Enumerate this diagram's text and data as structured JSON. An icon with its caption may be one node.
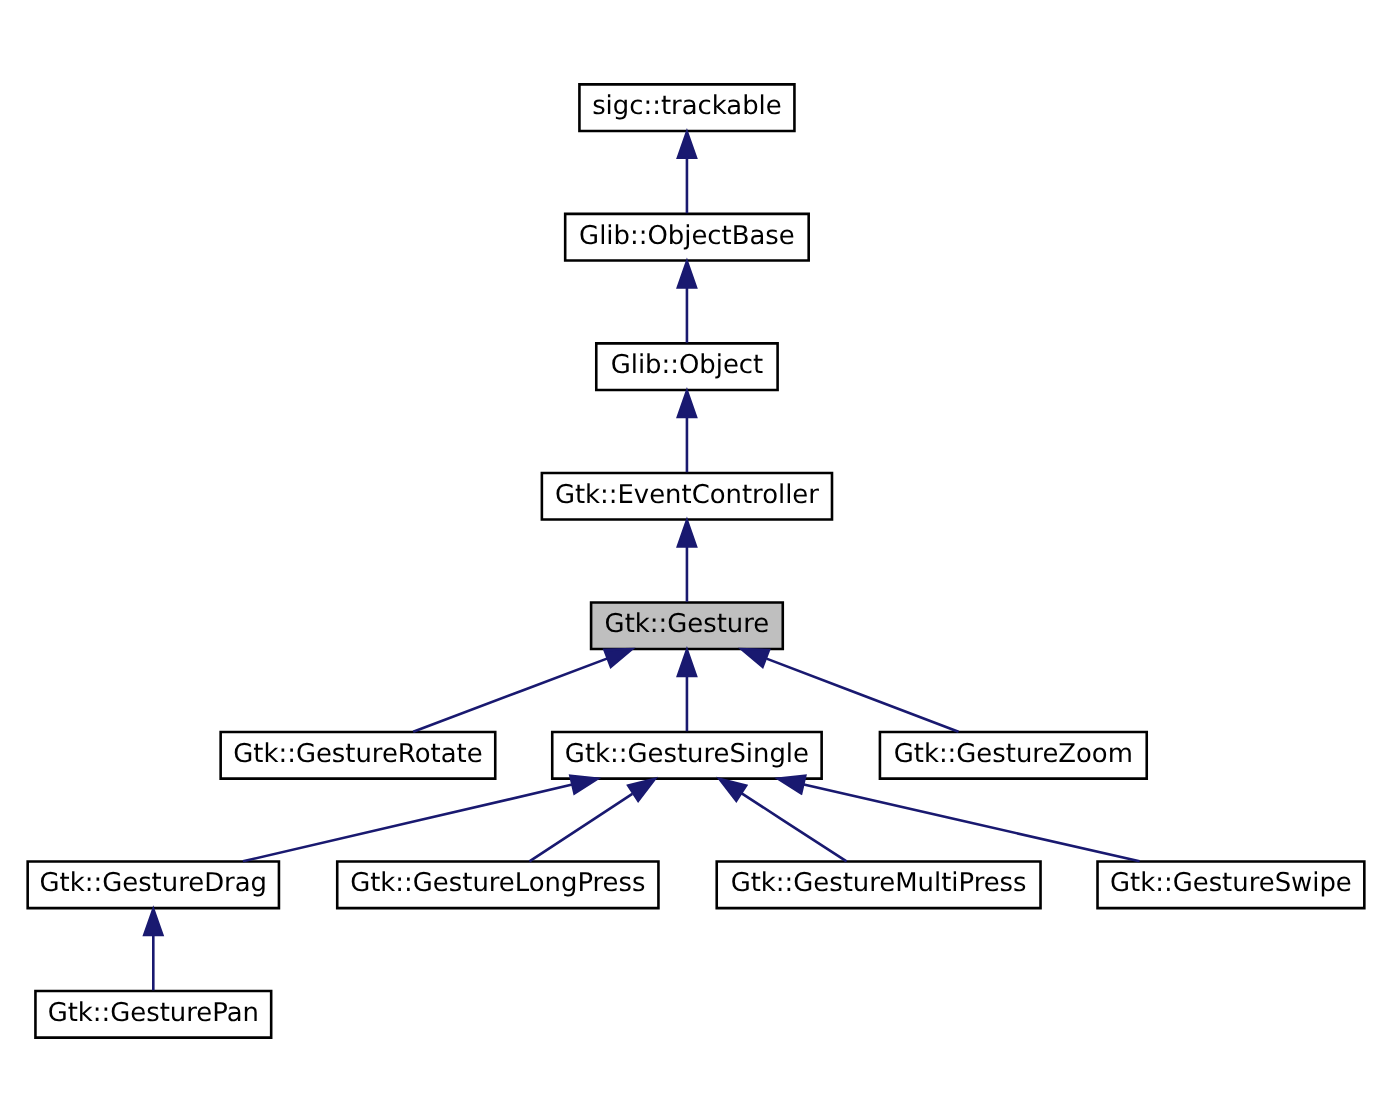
{
  "diagram": {
    "nodes": [
      {
        "text": [
          "sigc::trackable"
        ]
      },
      {
        "text": [
          "Glib::ObjectBase"
        ]
      },
      {
        "text": [
          "Glib::Object"
        ]
      },
      {
        "text": [
          "Gtk::EventController"
        ]
      },
      {
        "text": [
          "Gtk::Gesture"
        ]
      },
      {
        "text": [
          "Gtk::GestureRotate"
        ]
      },
      {
        "text": [
          "Gtk::GestureSingle"
        ]
      },
      {
        "text": [
          "Gtk::GestureZoom"
        ]
      },
      {
        "text": [
          "Gtk::GestureDrag"
        ]
      },
      {
        "text": [
          "Gtk::GestureLongPress"
        ]
      },
      {
        "text": [
          "Gtk::GestureMultiPress"
        ]
      },
      {
        "text": [
          "Gtk::GestureSwipe"
        ]
      },
      {
        "text": [
          "Gtk::GesturePan"
        ]
      }
    ],
    "edges": [
      {
        "from": 1,
        "to": 0,
        "arrow": "to"
      },
      {
        "from": 2,
        "to": 1,
        "arrow": "to"
      },
      {
        "from": 3,
        "to": 2,
        "arrow": "to"
      },
      {
        "from": 4,
        "to": 3,
        "arrow": "to"
      },
      {
        "from": 5,
        "to": 4,
        "arrow": "to"
      },
      {
        "from": 6,
        "to": 4,
        "arrow": "to"
      },
      {
        "from": 7,
        "to": 4,
        "arrow": "to"
      },
      {
        "from": 8,
        "to": 6,
        "arrow": "to"
      },
      {
        "from": 9,
        "to": 6,
        "arrow": "to"
      },
      {
        "from": 10,
        "to": 6,
        "arrow": "to"
      },
      {
        "from": 11,
        "to": 6,
        "arrow": "to"
      },
      {
        "from": 12,
        "to": 8,
        "arrow": "to"
      }
    ]
  }
}
